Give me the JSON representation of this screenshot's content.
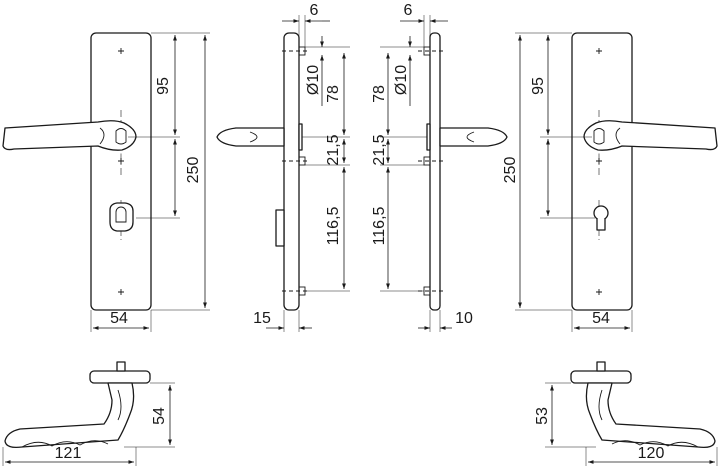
{
  "views": {
    "front_left": {
      "width": "54",
      "height": "250",
      "lever_to_cylinder": "95"
    },
    "side_left": {
      "depth": "6",
      "hole_diameter": "Ø10",
      "screw_to_lever": "78",
      "lever_to_screw": "21,5",
      "screw_to_bottom": "116,5",
      "plate_thickness": "15"
    },
    "side_right": {
      "depth": "6",
      "hole_diameter": "Ø10",
      "screw_to_lever": "78",
      "lever_to_screw": "21,5",
      "screw_to_bottom": "116,5",
      "plate_thickness": "10"
    },
    "front_right": {
      "width": "54",
      "height": "250",
      "lever_to_cylinder": "95"
    },
    "handle_left": {
      "length": "121",
      "projection": "54"
    },
    "handle_right": {
      "length": "120",
      "projection": "53"
    }
  }
}
